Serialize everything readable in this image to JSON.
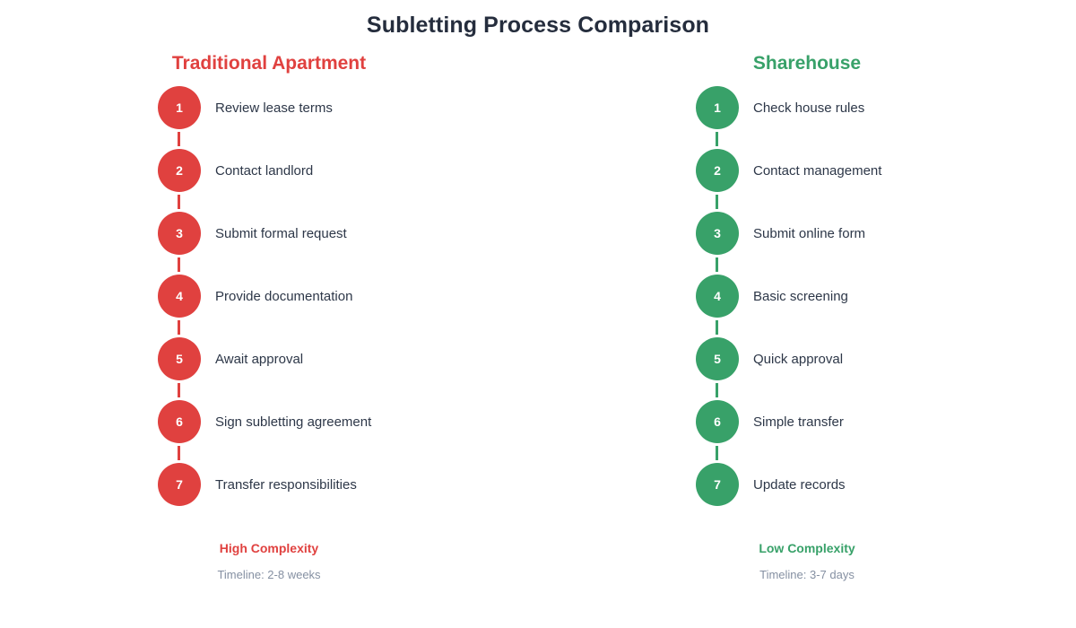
{
  "title": "Subletting Process Comparison",
  "colors": {
    "title": "#252d3d",
    "traditional": "#e0413f",
    "sharehouse": "#38a169",
    "step_text": "#2d3748",
    "timeline_text": "#8590a2",
    "background": "#ffffff"
  },
  "columns": [
    {
      "id": "traditional-apartment",
      "heading": "Traditional Apartment",
      "accent": "#e0413f",
      "steps": [
        {
          "number": "1",
          "label": "Review lease terms"
        },
        {
          "number": "2",
          "label": "Contact landlord"
        },
        {
          "number": "3",
          "label": "Submit formal request"
        },
        {
          "number": "4",
          "label": "Provide documentation"
        },
        {
          "number": "5",
          "label": "Await approval"
        },
        {
          "number": "6",
          "label": "Sign subletting agreement"
        },
        {
          "number": "7",
          "label": "Transfer responsibilities"
        }
      ],
      "footer": {
        "complexity": "High Complexity",
        "timeline": "Timeline: 2-8 weeks"
      }
    },
    {
      "id": "sharehouse",
      "heading": "Sharehouse",
      "accent": "#38a169",
      "steps": [
        {
          "number": "1",
          "label": "Check house rules"
        },
        {
          "number": "2",
          "label": "Contact management"
        },
        {
          "number": "3",
          "label": "Submit online form"
        },
        {
          "number": "4",
          "label": "Basic screening"
        },
        {
          "number": "5",
          "label": "Quick approval"
        },
        {
          "number": "6",
          "label": "Simple transfer"
        },
        {
          "number": "7",
          "label": "Update records"
        }
      ],
      "footer": {
        "complexity": "Low Complexity",
        "timeline": "Timeline: 3-7 days"
      }
    }
  ]
}
